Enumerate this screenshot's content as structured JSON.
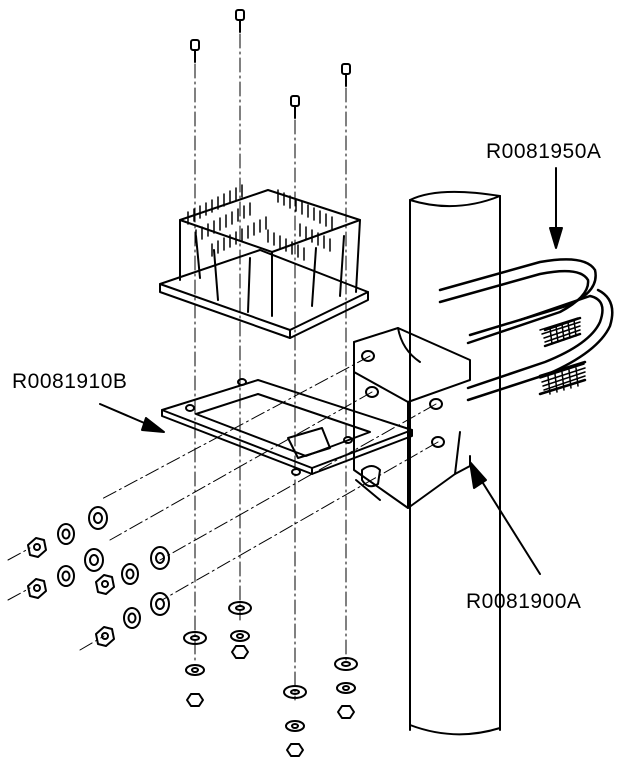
{
  "callouts": {
    "ubolt_part": "R0081950A",
    "mount_plate_part": "R0081910B",
    "bracket_part": "R0081900A"
  },
  "figure": {
    "style": "black line-art exploded assembly drawing on white background",
    "line_color": "#000000",
    "background": "#ffffff"
  }
}
